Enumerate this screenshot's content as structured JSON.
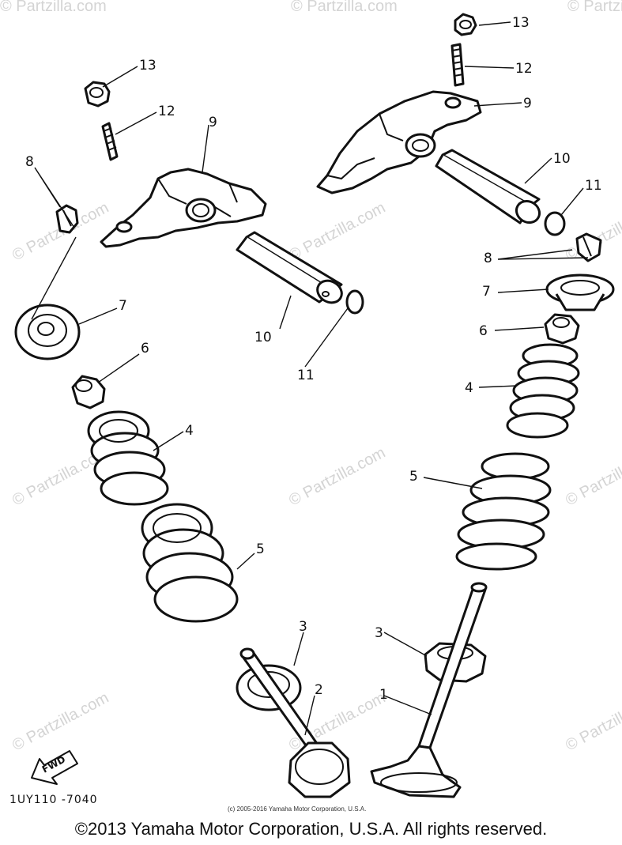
{
  "watermark": "© Partzilla.com",
  "callouts": {
    "c1": "1",
    "c2": "2",
    "c3_left": "3",
    "c3_right": "3",
    "c4_left": "4",
    "c4_right": "4",
    "c5_left": "5",
    "c5_right": "5",
    "c6_left": "6",
    "c6_right": "6",
    "c7_left": "7",
    "c7_right": "7",
    "c8_left": "8",
    "c8_right": "8",
    "c9_left": "9",
    "c9_right": "9",
    "c10_left": "10",
    "c10_right": "10",
    "c11_left": "11",
    "c11_right": "11",
    "c12_left": "12",
    "c12_right": "12",
    "c13_left": "13",
    "c13_right": "13"
  },
  "fwd_label": "FWD",
  "diagram_code": "1UY110 -7040",
  "small_copyright": "(c) 2005-2016 Yamaha Motor Corporation, U.S.A.",
  "copyright": "©2013 Yamaha Motor Corporation, U.S.A. All rights reserved."
}
